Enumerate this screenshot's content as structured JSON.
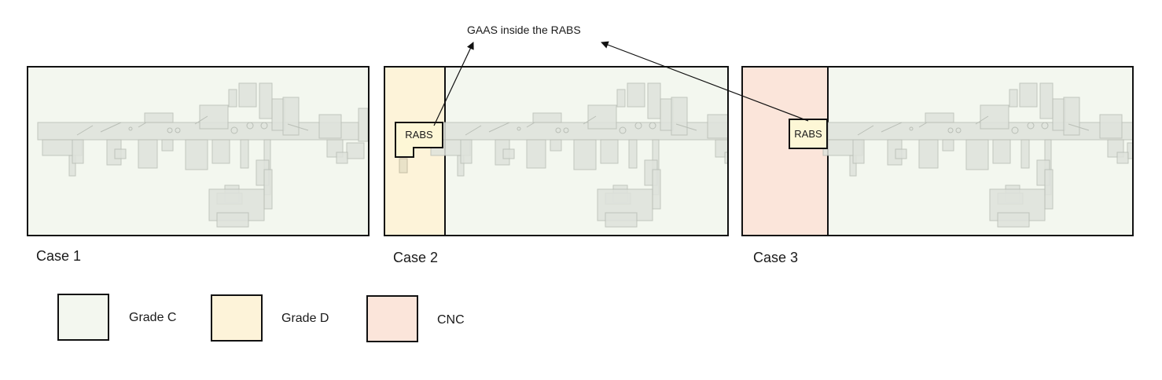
{
  "colors": {
    "grade_c": "#f3f7ef",
    "grade_d": "#fdf3d9",
    "cnc": "#fbe5da",
    "rabs_fill": "#fdf7d6",
    "machine_fill": "#dfe3dc",
    "machine_stroke": "#b9beb6"
  },
  "annotation": {
    "text": "GAAS inside the RABS"
  },
  "cases": [
    {
      "label": "Case 1",
      "zone": "none"
    },
    {
      "label": "Case 2",
      "zone": "grade_d",
      "rabs_label": "RABS"
    },
    {
      "label": "Case 3",
      "zone": "cnc",
      "rabs_label": "RABS"
    }
  ],
  "legend": [
    {
      "label": "Grade C",
      "color_key": "grade_c"
    },
    {
      "label": "Grade D",
      "color_key": "grade_d"
    },
    {
      "label": "CNC",
      "color_key": "cnc"
    }
  ]
}
